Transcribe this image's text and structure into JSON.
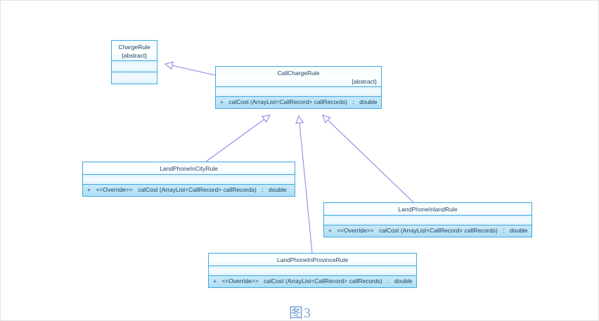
{
  "diagram": {
    "caption": "图3",
    "type": "uml-class-diagram",
    "accent_color": "#3fa9e0",
    "edge_color": "#8a8ce8",
    "operation_row_color": "#bde4f6",
    "classes": [
      {
        "id": "chargerule",
        "name": "ChargeRule",
        "stereotype": "{abstract}",
        "stereotype_align": "center",
        "attributes": [],
        "operations": []
      },
      {
        "id": "callchargerule",
        "name": "CallChargeRule",
        "stereotype": "{abstract}",
        "stereotype_align": "right",
        "attributes": [],
        "operations": [
          {
            "visibility": "+",
            "stereotype": "",
            "signature": "calCost (ArrayList<CallRecord> callRecords)",
            "separator": ":",
            "return": "double"
          }
        ]
      },
      {
        "id": "incity",
        "name": "LandPhoneInCityRule",
        "stereotype": "",
        "stereotype_align": "center",
        "attributes": [],
        "operations": [
          {
            "visibility": "+",
            "stereotype": "<<Override>>",
            "signature": "calCost (ArrayList<CallRecord> callRecords)",
            "separator": ":",
            "return": "double"
          }
        ]
      },
      {
        "id": "inland",
        "name": "LandPhoneInlandRule",
        "stereotype": "",
        "stereotype_align": "center",
        "attributes": [],
        "operations": [
          {
            "visibility": "+",
            "stereotype": "<<Override>>",
            "signature": "calCost (ArrayList<CallRecord> callRecords)",
            "separator": ":",
            "return": "double"
          }
        ]
      },
      {
        "id": "inprovince",
        "name": "LandPhoneInProvinceRule",
        "stereotype": "",
        "stereotype_align": "center",
        "attributes": [],
        "operations": [
          {
            "visibility": "+",
            "stereotype": "<<Override>>",
            "signature": "calCost (ArrayList<CallRecord> callRecords)",
            "separator": ":",
            "return": "double"
          }
        ]
      }
    ],
    "generalizations": [
      {
        "from": "callchargerule",
        "to": "chargerule"
      },
      {
        "from": "incity",
        "to": "callchargerule"
      },
      {
        "from": "inprovince",
        "to": "callchargerule"
      },
      {
        "from": "inland",
        "to": "callchargerule"
      }
    ]
  }
}
